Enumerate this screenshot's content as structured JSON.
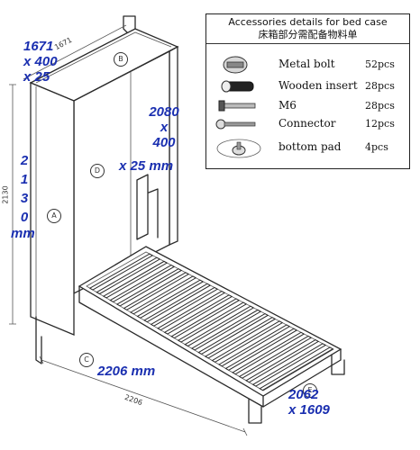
{
  "accessories": {
    "title": "Accessories details for bed case",
    "title_cn": "床箱部分需配备物料单",
    "items": [
      {
        "name": "Metal bolt",
        "qty": "52pcs",
        "icon": "metal-bolt-icon"
      },
      {
        "name": "Wooden insert",
        "qty": "28pcs",
        "icon": "wooden-insert-icon"
      },
      {
        "name": "M6",
        "qty": "28pcs",
        "icon": "m6-screw-icon"
      },
      {
        "name": "Connector",
        "qty": "12pcs",
        "icon": "connector-icon"
      },
      {
        "name": "bottom pad",
        "qty": "4pcs",
        "icon": "bottom-pad-icon"
      }
    ]
  },
  "dimensions": {
    "top_panel": [
      "1671",
      "x 400",
      "x 25"
    ],
    "side_panel": [
      "2080",
      "x",
      "400",
      "x 25 mm"
    ],
    "height": [
      "2",
      "1",
      "3",
      "0",
      "mm"
    ],
    "width": "2206 mm",
    "bed_frame": [
      "2062",
      "x 1609"
    ]
  },
  "drawing_labels": {
    "top_dim": "1671",
    "left_dim": "2130",
    "bottom_dim": "2206",
    "part_b": "B",
    "part_d": "D",
    "part_a": "A",
    "part_c": "C",
    "part_e": "E"
  },
  "colors": {
    "annotation": "#1a2fb0",
    "ink": "#2a2a2a"
  }
}
